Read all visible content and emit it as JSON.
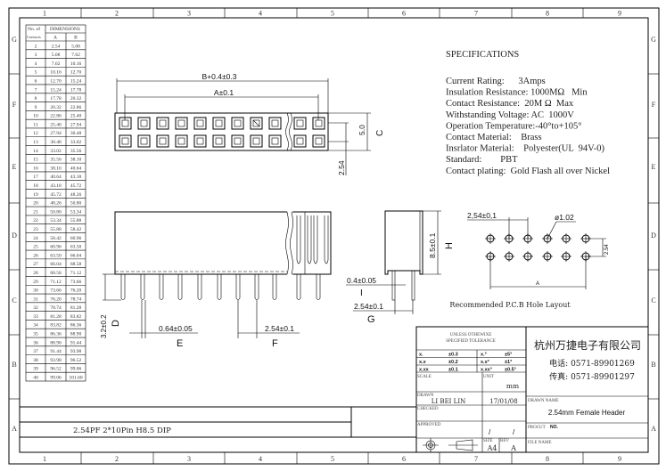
{
  "frame": {
    "columns": [
      "1",
      "2",
      "3",
      "4",
      "5",
      "6",
      "7",
      "8",
      "9"
    ],
    "rows": [
      "G",
      "F",
      "E",
      "D",
      "C",
      "B",
      "A"
    ]
  },
  "dimension_table": {
    "header_contacts": "No. of",
    "header_contacts2": "Contacts",
    "header_dimensions": "DIMENSIONS",
    "col_a": "A",
    "col_b": "B",
    "rows": [
      [
        "2",
        "2.54",
        "5.08"
      ],
      [
        "3",
        "5.08",
        "7.62"
      ],
      [
        "4",
        "7.62",
        "10.16"
      ],
      [
        "5",
        "10.16",
        "12.70"
      ],
      [
        "6",
        "12.70",
        "15.24"
      ],
      [
        "7",
        "15.24",
        "17.78"
      ],
      [
        "8",
        "17.78",
        "20.32"
      ],
      [
        "9",
        "20.32",
        "22.86"
      ],
      [
        "10",
        "22.86",
        "25.40"
      ],
      [
        "11",
        "25.40",
        "27.94"
      ],
      [
        "12",
        "27.94",
        "30.48"
      ],
      [
        "13",
        "30.48",
        "33.02"
      ],
      [
        "14",
        "33.02",
        "35.56"
      ],
      [
        "15",
        "35.56",
        "38.10"
      ],
      [
        "16",
        "38.10",
        "40.64"
      ],
      [
        "17",
        "40.64",
        "43.18"
      ],
      [
        "18",
        "43.18",
        "45.72"
      ],
      [
        "19",
        "45.72",
        "48.26"
      ],
      [
        "20",
        "48.26",
        "50.80"
      ],
      [
        "21",
        "50.80",
        "53.34"
      ],
      [
        "22",
        "53.34",
        "55.88"
      ],
      [
        "23",
        "55.88",
        "58.42"
      ],
      [
        "24",
        "58.42",
        "60.96"
      ],
      [
        "25",
        "60.96",
        "63.50"
      ],
      [
        "26",
        "63.50",
        "66.04"
      ],
      [
        "27",
        "66.04",
        "68.58"
      ],
      [
        "28",
        "68.58",
        "71.12"
      ],
      [
        "29",
        "71.12",
        "73.66"
      ],
      [
        "30",
        "73.66",
        "76.20"
      ],
      [
        "31",
        "76.20",
        "78.74"
      ],
      [
        "32",
        "78.74",
        "81.28"
      ],
      [
        "33",
        "81.28",
        "83.82"
      ],
      [
        "34",
        "83.82",
        "86.36"
      ],
      [
        "35",
        "86.36",
        "88.90"
      ],
      [
        "36",
        "88.90",
        "91.44"
      ],
      [
        "37",
        "91.44",
        "93.98"
      ],
      [
        "38",
        "93.98",
        "96.52"
      ],
      [
        "39",
        "96.52",
        "99.06"
      ],
      [
        "40",
        "99.06",
        "101.60"
      ]
    ]
  },
  "top_view": {
    "dim_b": "B+0.4±0.3",
    "dim_a": "A±0.1",
    "dim_width": "5.0",
    "label_c": "C",
    "dim_pitch": "2.54"
  },
  "side_view": {
    "dim_d": "3.2±0.2",
    "label_d": "D",
    "dim_e": "0.64±0.05",
    "label_e": "E",
    "dim_f": "2.54±0.1",
    "label_f": "F"
  },
  "end_view": {
    "dim_h": "8.5±0.1",
    "label_h": "H",
    "dim_i": "0.4±0.05",
    "label_i": "I",
    "dim_g": "2.54±0.1",
    "label_g": "G"
  },
  "pcb_layout": {
    "pitch": "2,54±0,1",
    "hole": "ø1.02",
    "row_pitch": "2.54",
    "label_a": "A",
    "caption": "Recommended P.C.B Hole Layout"
  },
  "specifications": {
    "title": "SPECIFICATIONS",
    "lines": [
      "Current Rating:      3Amps",
      "Insulation Resistance: 1000MΩ   Min",
      "Contact Resistance:  20M Ω  Max",
      "Withstanding Voltage: AC  1000V",
      "Operation Temperature:-40°to+105°",
      "Contact Material:    Brass",
      "Insrlator Material:    Polyester(UL  94V-0)",
      "Standard:        PBT",
      "Contact plating:  Gold Flash all over Nickel"
    ]
  },
  "title_block": {
    "tolerance_header1": "UNLESS OTHEWIXE",
    "tolerance_header2": "SPECIFIED TOLERANCE",
    "tolerances": [
      [
        "x.",
        "±0.3",
        "x.°",
        "±5°"
      ],
      [
        "x.x",
        "±0.2",
        "x.x°",
        "±1°"
      ],
      [
        "x.xx",
        "±0.1",
        "x.xx°",
        "±0.5°"
      ]
    ],
    "scale_label": "SCALE",
    "unit_label": "UNIT",
    "unit": "mm",
    "drawn_label": "DRAWN",
    "drawn_by": "LI BEI LIN",
    "date": "17/01/08",
    "checked_label": "CHECKED",
    "approved_label": "APPROVED",
    "slash1": "/",
    "slash2": "/",
    "size_label": "SIZE",
    "size": "A4",
    "rev_label": "REV",
    "rev": "A",
    "company": "杭州万捷电子有限公司",
    "phone": "电话: 0571-89901269",
    "fax": "传真: 0571-89901297",
    "drawn_name_label": "DRAWN NAME",
    "drawn_name": "2.54mm   Female   Header",
    "product_label": "PROCUT",
    "product_no_label": "NO.",
    "file_name_label": "FILE NAME"
  },
  "part_description": "2.54PF  2*10Pin  H8.5  DIP"
}
